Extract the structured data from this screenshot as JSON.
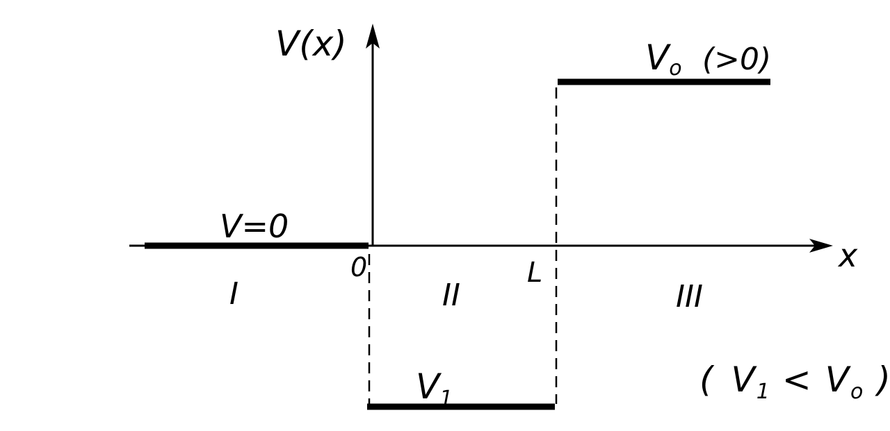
{
  "diagram": {
    "y_axis_label": "V(x)",
    "x_axis_label": "x",
    "origin_label": "0",
    "boundary_label": "L",
    "region_labels": [
      "I",
      "II",
      "III"
    ],
    "potential_labels": {
      "region_1": "V=0",
      "region_2": "V",
      "region_2_subscript": "1",
      "region_3": "V",
      "region_3_subscript": "o",
      "region_3_note": "(>0)"
    },
    "condition": {
      "open": "(",
      "v1": "V",
      "v1_subscript": "1",
      "relation": "<",
      "v0": "V",
      "v0_subscript": "o",
      "close": ")"
    }
  }
}
